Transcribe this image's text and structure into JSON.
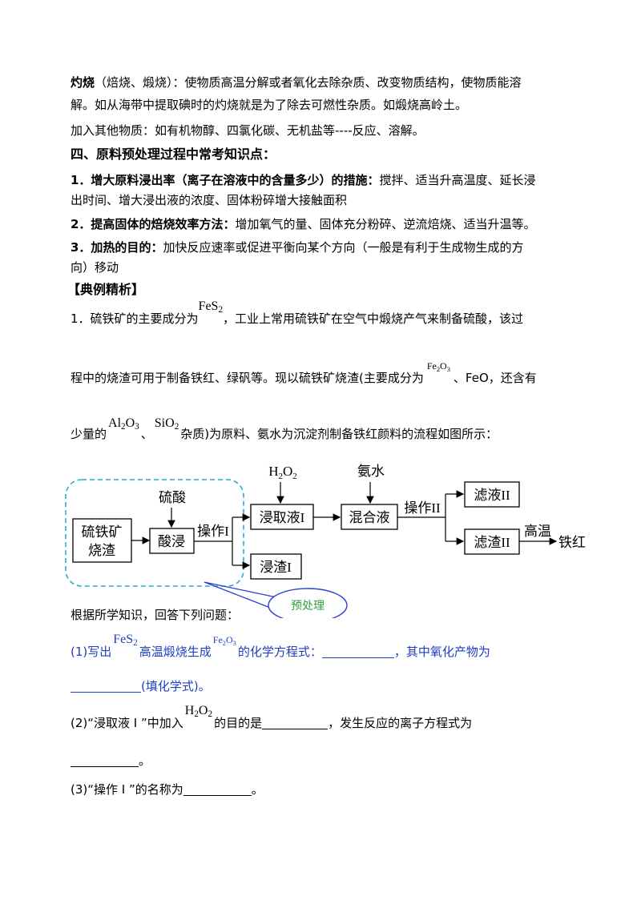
{
  "p1": {
    "term": "灼烧",
    "rest1": "（焙烧、煅烧）：使物质高温分解或者氧化去除杂质、改变物质结构，使物质能溶",
    "rest2": "解。如从海带中提取碘时的灼烧就是为了除去可燃性杂质。如煅烧高岭土。"
  },
  "p2": "加入其他物质：如有机物醇、四氯化碳、无机盐等----反应、溶解。",
  "heading": "四、原料预处理过程中常考知识点：",
  "k1": {
    "bold": "1．增大原料浸出率（离子在溶液中的含量多少）的措施：",
    "rest1": "搅拌、适当升高温度、延长浸",
    "rest2": "出时间、增大浸出液的浓度、固体粉碎增大接触面积"
  },
  "k2": {
    "bold": "2．提高固体的焙烧效率方法：",
    "rest": "增加氧气的量、固体充分粉碎、逆流焙烧、适当升温等。"
  },
  "k3": {
    "bold": "3．加热的目的：",
    "rest1": "加快反应速率或促进平衡向某个方向（一般是有利于生成物生成的方",
    "rest2": "向）移动"
  },
  "section": "【典例精析】",
  "q": {
    "a1": "1．硫铁矿的主要成分为",
    "fes2": "FeS",
    "s2": "2",
    "a2": "，工业上常用硫铁矿在空气中煅烧产气来制备硫酸，该过",
    "b1": "程中的烧渣可用于制备铁红、绿矾等。现以硫铁矿烧渣(主要成分为",
    "fe2o3_fe": "Fe",
    "fe2o3_2": "2",
    "fe2o3_o": "O",
    "fe2o3_3": "3",
    "b2": "、FeO，还含有",
    "c1": "少量的",
    "al": "Al",
    "al_2": "2",
    "al_o": "O",
    "al_3": "3",
    "sep": "、",
    "si": "SiO",
    "si_2": "2",
    "c2": "杂质)为原料、氨水为沉淀剂制备铁红颜料的流程如图所示："
  },
  "flow": {
    "ore": [
      "硫铁矿",
      "烧渣"
    ],
    "acid": "硫酸",
    "leach": "酸浸",
    "op1": "操作I",
    "h2o2_h": "H",
    "h2o2_2a": "2",
    "h2o2_o": "O",
    "h2o2_2b": "2",
    "extract": "浸取液I",
    "residue1": "浸渣I",
    "ammonia": "氨水",
    "mix": "混合液",
    "op2": "操作II",
    "filtrate2": "滤液II",
    "residue2": "滤渣II",
    "hightemp": "高温",
    "product": "铁红",
    "callout": "预处理"
  },
  "answer_intro": "根据所学知识，回答下列问题：",
  "q1": {
    "a": "(1)写出",
    "fes": "FeS",
    "fes_2": "2",
    "b": "高温煅烧生成",
    "fe": "Fe",
    "fe_2": "2",
    "o": "O",
    "o_3": "3",
    "c": "的化学方程式：",
    "d": "，其中氧化产物为",
    "e": "(填化学式)。"
  },
  "q2": {
    "a": "(2)“浸取液 I ”中加入",
    "h": "H",
    "h_2": "2",
    "o": "O",
    "o_2": "2",
    "b": "的目的是",
    "c": "，发生反应的离子方程式为",
    "d": "。"
  },
  "q3": {
    "a": "(3)“操作 I ”的名称为",
    "b": "。"
  }
}
